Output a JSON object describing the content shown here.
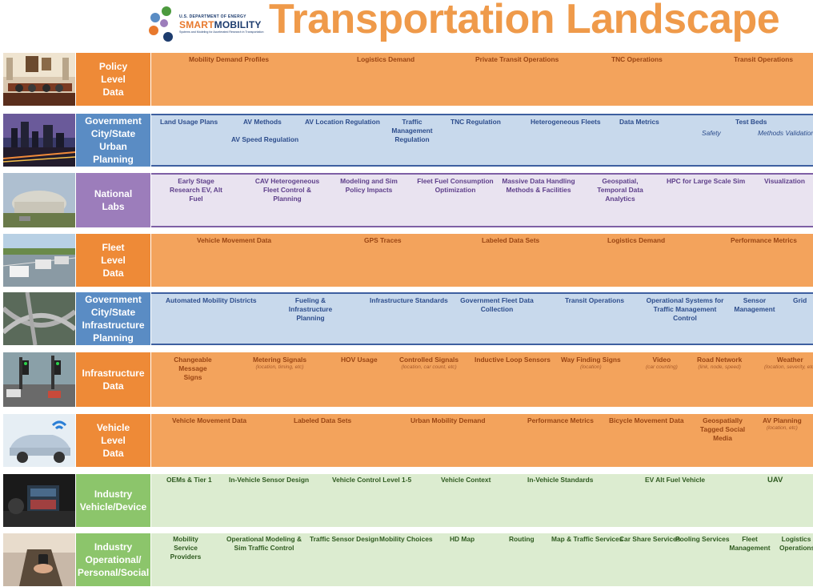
{
  "header": {
    "org": "U.S. DEPARTMENT OF ENERGY",
    "brand_a": "SMART",
    "brand_b": "MOBILITY",
    "tagline": "Systems and Modeling for Accelerated Research in Transportation",
    "title": "Transportation Landscape"
  },
  "rows": [
    {
      "label": [
        "Policy",
        "Level",
        "Data"
      ],
      "items": [
        {
          "t": "Mobility Demand Profiles"
        },
        {
          "t": "Logistics Demand"
        },
        {
          "t": "Private Transit Operations"
        },
        {
          "t": "TNC Operations"
        },
        {
          "t": "Transit Operations"
        }
      ]
    },
    {
      "label": [
        "Government",
        "City/State",
        "Urban",
        "Planning"
      ],
      "items": [
        {
          "t": "Land Usage Plans"
        },
        {
          "t": "AV Methods"
        },
        {
          "t": "AV Speed Regulation"
        },
        {
          "t": "AV Location Regulation"
        },
        {
          "t": "Traffic Management Regulation"
        },
        {
          "t": "TNC Regulation"
        },
        {
          "t": "Heterogeneous Fleets"
        },
        {
          "t": "Data Metrics"
        },
        {
          "t": "Test Beds"
        },
        {
          "t": "Safety"
        },
        {
          "t": "Methods Validation"
        }
      ]
    },
    {
      "label": [
        "National",
        "Labs"
      ],
      "items": [
        {
          "t": "Early Stage Research EV, Alt Fuel"
        },
        {
          "t": "CAV Heterogeneous Fleet Control & Planning"
        },
        {
          "t": "Modeling and Sim Policy Impacts"
        },
        {
          "t": "Fleet Fuel Consumption Optimization"
        },
        {
          "t": "Massive Data Handling Methods & Facilities"
        },
        {
          "t": "Geospatial, Temporal Data Analytics"
        },
        {
          "t": "HPC for Large Scale Sim"
        },
        {
          "t": "Visualization"
        }
      ]
    },
    {
      "label": [
        "Fleet",
        "Level",
        "Data"
      ],
      "items": [
        {
          "t": "Vehicle Movement Data"
        },
        {
          "t": "GPS Traces"
        },
        {
          "t": "Labeled Data Sets"
        },
        {
          "t": "Logistics Demand"
        },
        {
          "t": "Performance Metrics"
        }
      ]
    },
    {
      "label": [
        "Government",
        "City/State",
        "Infrastructure",
        "Planning"
      ],
      "items": [
        {
          "t": "Automated Mobility Districts"
        },
        {
          "t": "Fueling & Infrastructure Planning"
        },
        {
          "t": "Infrastructure Standards"
        },
        {
          "t": "Government Fleet Data Collection"
        },
        {
          "t": "Transit Operations"
        },
        {
          "t": "Operational Systems for Traffic Management Control"
        },
        {
          "t": "Sensor Management"
        },
        {
          "t": "Grid"
        }
      ]
    },
    {
      "label": [
        "Infrastructure",
        "Data"
      ],
      "items": [
        {
          "t": "Changeable Message Signs"
        },
        {
          "t": "Metering Signals",
          "s": "(location, timing, etc)"
        },
        {
          "t": "HOV Usage"
        },
        {
          "t": "Controlled Signals",
          "s": "(location, car count, etc)"
        },
        {
          "t": "Inductive Loop Sensors"
        },
        {
          "t": "Way Finding Signs",
          "s": "(location)"
        },
        {
          "t": "Video",
          "s": "(car counting)"
        },
        {
          "t": "Road Network",
          "s": "(link, node, speed)"
        },
        {
          "t": "Weather",
          "s": "(location, severity, etc)"
        }
      ]
    },
    {
      "label": [
        "Vehicle",
        "Level",
        "Data"
      ],
      "items": [
        {
          "t": "Vehicle Movement Data"
        },
        {
          "t": "Labeled Data Sets"
        },
        {
          "t": "Urban Mobility Demand"
        },
        {
          "t": "Performance Metrics"
        },
        {
          "t": "Bicycle Movement Data"
        },
        {
          "t": "Geospatially Tagged Social Media"
        },
        {
          "t": "AV Planning",
          "s": "(location, etc)"
        }
      ]
    },
    {
      "label": [
        "Industry",
        "Vehicle/Device"
      ],
      "items": [
        {
          "t": "OEMs & Tier 1"
        },
        {
          "t": "In-Vehicle Sensor Design"
        },
        {
          "t": "Vehicle Control Level 1-5"
        },
        {
          "t": "Vehicle Context"
        },
        {
          "t": "In-Vehicle Standards"
        },
        {
          "t": "EV Alt Fuel Vehicle"
        },
        {
          "t": "UAV"
        }
      ]
    },
    {
      "label": [
        "Industry",
        "Operational/",
        "Personal/Social"
      ],
      "items": [
        {
          "t": "Mobility Service Providers"
        },
        {
          "t": "Operational Modeling & Sim Traffic Control"
        },
        {
          "t": "Traffic Sensor Design"
        },
        {
          "t": "Mobility Choices"
        },
        {
          "t": "HD Map"
        },
        {
          "t": "Routing"
        },
        {
          "t": "Map & Traffic Services"
        },
        {
          "t": "Car Share Services"
        },
        {
          "t": "Pooling Services"
        },
        {
          "t": "Fleet Management"
        },
        {
          "t": "Logistics Operations"
        }
      ]
    }
  ]
}
